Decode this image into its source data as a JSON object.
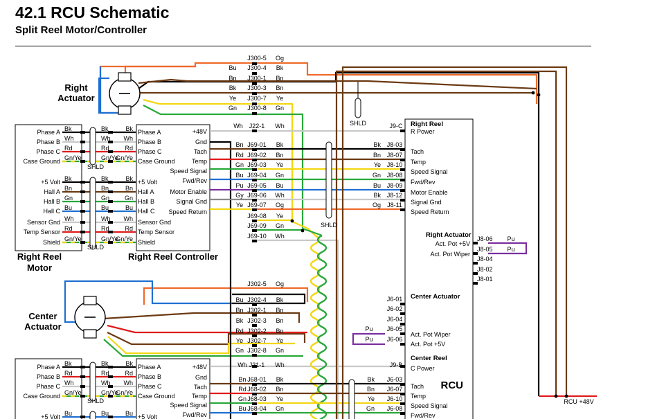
{
  "header": {
    "title": "42.1 RCU Schematic",
    "subtitle": "Split Reel Motor/Controller"
  },
  "colors": {
    "Bk": "#000000",
    "Wh": "#c8c8c8",
    "Rd": "#e01b1b",
    "Bn": "#6b3a12",
    "Og": "#ef6a2a",
    "Bu": "#1f6fd1",
    "Ye": "#f3d712",
    "Gn": "#29a83a",
    "Gy": "#8a8a8a",
    "Pu": "#7a2f9e",
    "GnYe_a": "#29a83a",
    "GnYe_b": "#f3d712"
  },
  "components": {
    "right_actuator": [
      "Right",
      "Actuator"
    ],
    "center_actuator": [
      "Center",
      "Actuator"
    ],
    "right_reel_motor": [
      "Right Reel",
      "Motor"
    ],
    "right_reel_controller": "Right Reel Controller",
    "rcu": "RCU",
    "shld": "SHLD",
    "rcu_48v": "RCU +48V"
  },
  "motor_pins": {
    "upper": [
      "Phase A",
      "Phase B",
      "Phase C",
      "Case Ground",
      "+5 Volt",
      "Hall A",
      "Hall B",
      "Hall C",
      "Sensor Gnd",
      "Temp Sensor",
      "Shield"
    ],
    "lower": [
      "Phase A",
      "Phase B",
      "Phase C",
      "Case Ground",
      "+5 Volt"
    ]
  },
  "motor_wires": {
    "upper": [
      {
        "color": "Bk",
        "label": "Bk"
      },
      {
        "color": "Wh",
        "label": "Wh"
      },
      {
        "color": "Rd",
        "label": "Rd"
      },
      {
        "color": "GnYe",
        "label": "Gn/Ye"
      },
      {
        "color": "Bk",
        "label": "Bk"
      },
      {
        "color": "Bn",
        "label": "Bn"
      },
      {
        "color": "Gn",
        "label": "Gn"
      },
      {
        "color": "Bu",
        "label": "Bu"
      },
      {
        "color": "Wh",
        "label": "Wh"
      },
      {
        "color": "Rd",
        "label": "Rd"
      },
      {
        "color": "GnYe",
        "label": "Gn/Ye"
      }
    ],
    "lower": [
      {
        "color": "Bk",
        "label": "Bk"
      },
      {
        "color": "Rd",
        "label": "Rd"
      },
      {
        "color": "Wh",
        "label": "Wh"
      },
      {
        "color": "GnYe",
        "label": "Gn/Ye"
      },
      {
        "color": "Bu",
        "label": "Bu"
      }
    ]
  },
  "controller_pins": {
    "upper_left": [
      "Phase A",
      "Phase B",
      "Phase C",
      "Case Ground",
      "+5 Volt",
      "Hall A",
      "Hall B",
      "Hall C",
      "Sensor Gnd",
      "Temp Sensor",
      "Shield"
    ],
    "upper_right": [
      "+48V",
      "Gnd",
      "Tach",
      "Temp",
      "Speed Signal",
      "Fwd/Rev",
      "Motor Enable",
      "Signal Gnd",
      "Speed Return"
    ],
    "lower_left": [
      "Phase A",
      "Phase B",
      "Phase C",
      "Case Ground",
      "+5 Volt"
    ],
    "lower_right": [
      "+48V",
      "Gnd",
      "Tach",
      "Temp",
      "Speed Signal",
      "Fwd/Rev"
    ]
  },
  "j300": [
    {
      "pin": "J300-5",
      "color": "Og",
      "label": "Og"
    },
    {
      "pin": "J300-4",
      "color": "Bk",
      "label": "Bk",
      "left": "Bu"
    },
    {
      "pin": "J300-1",
      "color": "Bn",
      "label": "Bn",
      "left": "Bn"
    },
    {
      "pin": "J300-3",
      "color": "Bn",
      "label": "Bn",
      "left": "Bk"
    },
    {
      "pin": "J300-7",
      "color": "Ye",
      "label": "Ye",
      "left": "Ye"
    },
    {
      "pin": "J300-8",
      "color": "Gn",
      "label": "Gn",
      "left": "Gn"
    }
  ],
  "j302": [
    {
      "pin": "J302-5",
      "color": "Og",
      "label": "Og"
    },
    {
      "pin": "J302-4",
      "color": "Bk",
      "label": "Bk",
      "left": "Bu"
    },
    {
      "pin": "J302-1",
      "color": "Bn",
      "label": "Bn",
      "left": "Bn"
    },
    {
      "pin": "J302-3",
      "color": "Bn",
      "label": "Bn",
      "left": "Bk"
    },
    {
      "pin": "J302-2",
      "color": "Bn",
      "label": "Bn",
      "left": "Rd"
    },
    {
      "pin": "J302-7",
      "color": "Ye",
      "label": "Ye",
      "left": "Ye"
    },
    {
      "pin": "J302-8",
      "color": "Gn",
      "label": "Gn",
      "left": "Gn"
    }
  ],
  "j22": {
    "pin": "J22-1",
    "left": "Wh",
    "right": "Wh"
  },
  "j21": {
    "pin": "J21-1",
    "left": "Wh",
    "right": "Wh"
  },
  "j69": [
    {
      "pin": "J69-01",
      "left": "Bn",
      "right": "Bk"
    },
    {
      "pin": "J69-02",
      "left": "Rd",
      "right": "Bn"
    },
    {
      "pin": "J69-03",
      "left": "Gn",
      "right": "Ye"
    },
    {
      "pin": "J69-04",
      "left": "Bu",
      "right": "Gn"
    },
    {
      "pin": "J69-05",
      "left": "Pu",
      "right": "Bu"
    },
    {
      "pin": "J69-06",
      "left": "Gy",
      "right": "Wh"
    },
    {
      "pin": "J69-07",
      "left": "Ye",
      "right": "Og"
    },
    {
      "pin": "J69-08",
      "left": "",
      "right": "Ye"
    },
    {
      "pin": "J69-09",
      "left": "",
      "right": "Gn"
    },
    {
      "pin": "J69-10",
      "left": "",
      "right": "Wh"
    }
  ],
  "j68": [
    {
      "pin": "J68-01",
      "left": "Bn",
      "right": "Bk"
    },
    {
      "pin": "J68-02",
      "left": "Rd",
      "right": "Bn"
    },
    {
      "pin": "J68-03",
      "left": "Gn",
      "right": "Ye"
    },
    {
      "pin": "J68-04",
      "left": "Bu",
      "right": "Gn"
    }
  ],
  "rcu_right_reel": {
    "title": "Right Reel",
    "power": {
      "pin": "J9-C",
      "label": "R Power"
    },
    "rows": [
      {
        "pin": "J8-03",
        "wire": "Bk",
        "label": "Tach"
      },
      {
        "pin": "J8-07",
        "wire": "Bn",
        "label": "Temp"
      },
      {
        "pin": "J8-10",
        "wire": "Ye",
        "label": "Speed Signal"
      },
      {
        "pin": "J8-08",
        "wire": "Gn",
        "label": "Fwd/Rev"
      },
      {
        "pin": "J8-09",
        "wire": "Bu",
        "label": "Motor Enable"
      },
      {
        "pin": "J8-12",
        "wire": "Bk",
        "label": "Signal Gnd"
      },
      {
        "pin": "J8-11",
        "wire": "Og",
        "label": "Speed Return"
      }
    ]
  },
  "rcu_right_actuator": {
    "title": "Right Actuator",
    "labels": [
      "Act. Pot +5V",
      "Act. Pot Wiper"
    ],
    "pins": [
      "J8-06",
      "J8-05",
      "J8-04",
      "J8-02",
      "J8-01"
    ],
    "wires": [
      "Pu",
      "Pu"
    ]
  },
  "rcu_center_actuator": {
    "title": "Center Actuator",
    "pins": [
      "J6-01",
      "J6-02",
      "J6-04",
      "J6-05",
      "J6-06"
    ],
    "labels": [
      "Act. Pot Wiper",
      "Act. Pot +5V"
    ],
    "wires": [
      "Pu",
      "Pu"
    ]
  },
  "rcu_center_reel": {
    "title": "Center Reel",
    "power": {
      "pin": "J9-B",
      "label": "C Power"
    },
    "rows": [
      {
        "pin": "J6-03",
        "wire": "Bk",
        "label": "Tach"
      },
      {
        "pin": "J6-07",
        "wire": "Bn",
        "label": "Temp"
      },
      {
        "pin": "J6-10",
        "wire": "Ye",
        "label": "Speed Signal"
      },
      {
        "pin": "J6-08",
        "wire": "Gn",
        "label": "Fwd/Rev"
      }
    ]
  }
}
